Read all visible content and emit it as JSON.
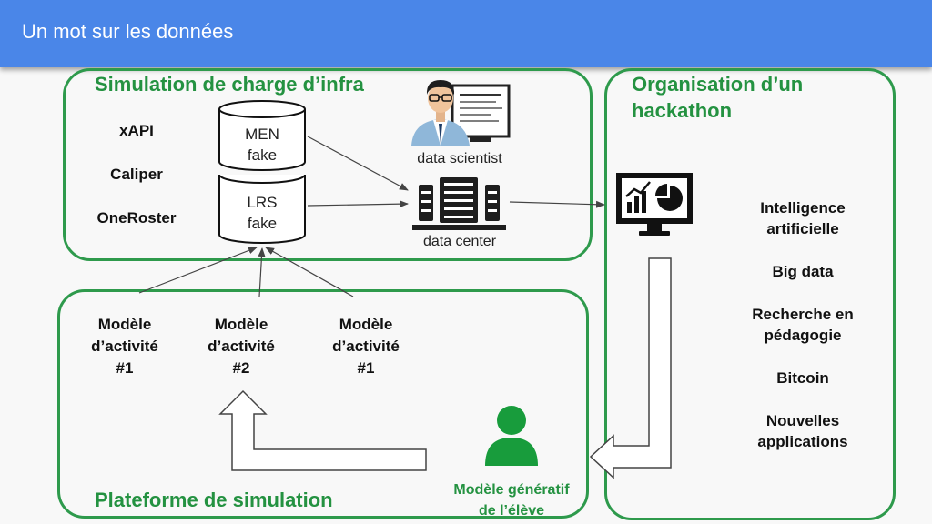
{
  "header": {
    "title": "Un mot sur les données"
  },
  "panels": {
    "infra": {
      "title": "Simulation de charge d’infra"
    },
    "platform": {
      "title": "Plateforme de simulation"
    },
    "hackathon": {
      "title": "Organisation d’un\nhackathon"
    }
  },
  "standards": [
    "xAPI",
    "Caliper",
    "OneRoster"
  ],
  "databases": {
    "top": "MEN\nfake",
    "bottom": "LRS\nfake"
  },
  "nodes": {
    "data_scientist": "data scientist",
    "data_center": "data center",
    "student_model": "Modèle génératif\nde l’élève"
  },
  "activity_models": [
    "Modèle\nd’activité\n#1",
    "Modèle\nd’activité\n#2",
    "Modèle\nd’activité\n#1"
  ],
  "topics": [
    "Intelligence\nartificielle",
    "Big data",
    "Recherche en\npédagogie",
    "Bitcoin",
    "Nouvelles\napplications"
  ],
  "icons": {
    "person": "person-icon",
    "data_scientist": "data-scientist-icon",
    "server": "server-rack-icon",
    "dashboard": "analytics-monitor-icon"
  },
  "colors": {
    "header": "#4a86e8",
    "panel_border": "#2e9a4c",
    "accent_green": "#249241"
  }
}
